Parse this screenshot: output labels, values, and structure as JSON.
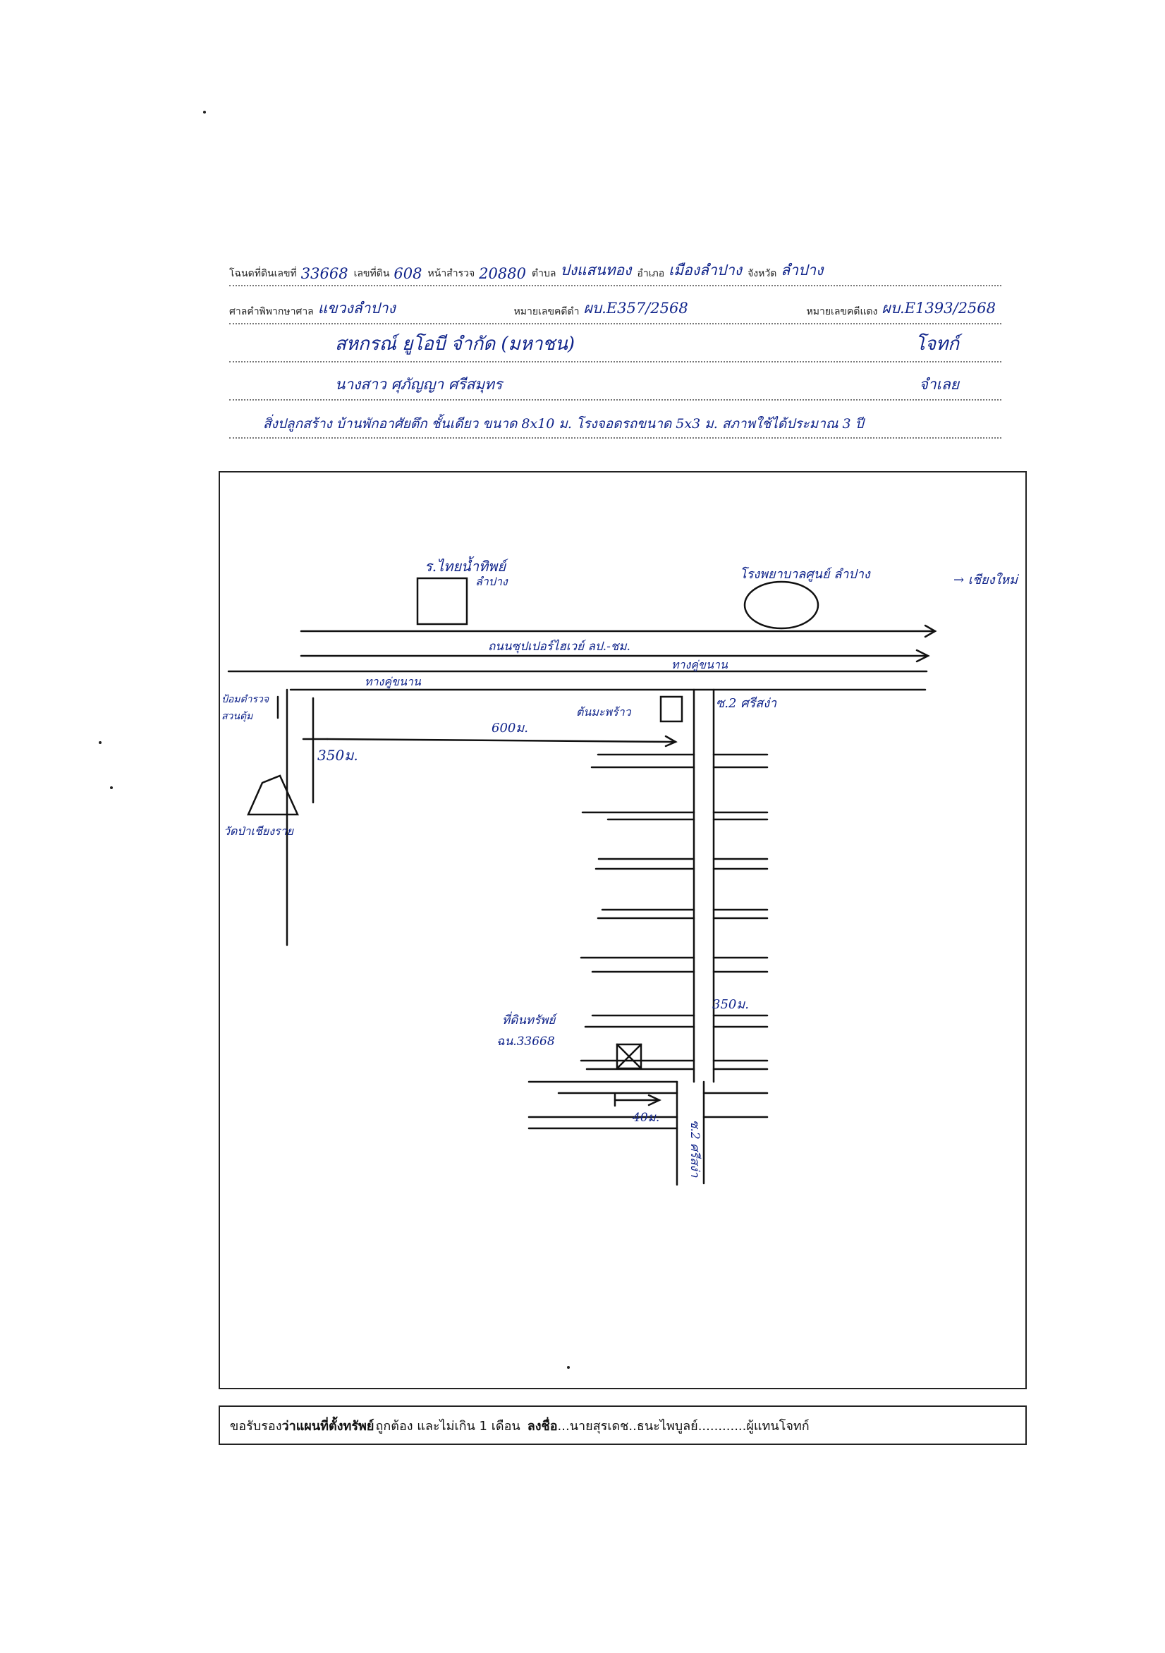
{
  "header": {
    "deed_label": "โฉนดที่ดินเลขที่",
    "deed_value": "33668",
    "land_no_label": "เลขที่ดิน",
    "land_no_value": "608",
    "survey_page_label": "หน้าสำรวจ",
    "survey_page_value": "20880",
    "subdistrict_label": "ตำบล",
    "subdistrict_value": "ปงแสนทอง",
    "district_label": "อำเภอ",
    "district_value": "เมืองลำปาง",
    "province_label": "จังหวัด",
    "province_value": "ลำปาง",
    "court_label": "ศาลคำพิพากษาศาล",
    "court_value": "แขวงลำปาง",
    "black_case_label": "หมายเลขคดีดำ",
    "black_case_value": "ผบ.E357/2568",
    "red_case_label": "หมายเลขคดีแดง",
    "red_case_value": "ผบ.E1393/2568",
    "plaintiff_value": "สหกรณ์ ยูโอบี จำกัด (มหาชน)",
    "plaintiff_role": "โจทก์",
    "defendant_value": "นางสาว ศุภัญญา ศรีสมุทร",
    "defendant_role": "จำเลย",
    "description_value": "สิ่งปลูกสร้าง บ้านพักอาศัยตึก ชั้นเดียว ขนาด 8x10 ม. โรงจอดรถขนาด 5x3 ม. สภาพใช้ได้ประมาณ 3 ปี"
  },
  "map": {
    "school_label": "ร.ไทยน้ำทิพย์",
    "school_sub": "ลำปาง",
    "hospital_label": "โรงพยาบาลศูนย์ ลำปาง",
    "to_chiangmai": "→ เชียงใหม่",
    "highway_label": "ถนนซุปเปอร์ไฮเวย์ ลป.-ชม.",
    "road_right_label": "ทางคู่ขนาน",
    "road_left_label": "ทางคู่ขนาน",
    "police_label": "ป้อมตำรวจ",
    "police_sub": "สวนตุ้ม",
    "temple_label": "วัดป่าเชียงราย",
    "distance_top": "600ม.",
    "distance_left": "350ม.",
    "junction_label": "ต้นมะพร้าว",
    "soi_top_label": "ซ.2 ศรีสง่า",
    "soi_bottom_label": "ซ.2 ศรีสง่า",
    "distance_soi": "350ม.",
    "property_label": "ที่ดินทรัพย์",
    "property_deed": "ฉน.33668",
    "distance_bottom": "40ม."
  },
  "footer": {
    "certify_prefix": "ขอรับรอง",
    "certify_bold": "ว่าแผนที่ตั้งทรัพย์",
    "certify_rest": "ถูกต้อง และไม่เกิน 1 เดือน",
    "sign_label": "ลงชื่อ",
    "signer": "...นายสุรเดช..ธนะไพบูลย์............",
    "signer_role": "ผู้แทนโจทก์"
  }
}
